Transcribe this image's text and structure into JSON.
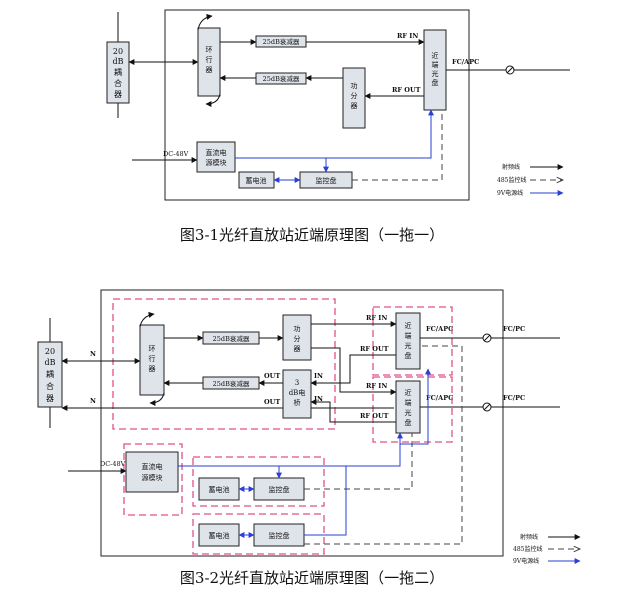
{
  "figure1": {
    "coupler": [
      "20",
      "dB",
      "耦",
      "合",
      "器"
    ],
    "circulator": [
      "环",
      "行",
      "器"
    ],
    "attenuator_top": "25dB衰减器",
    "attenuator_bottom": "25dB衰减器",
    "splitter": [
      "功",
      "分",
      "器"
    ],
    "optical_unit": [
      "近",
      "端",
      "光",
      "盘"
    ],
    "power_module": [
      "直流电",
      "源模块"
    ],
    "battery": "蓄电池",
    "monitor": "监控盘",
    "rf_in": "RF IN",
    "rf_out": "RF OUT",
    "fc_apc": "FC/APC",
    "dc": "DC-48V",
    "caption": "图3-1光纤直放站近端原理图（一拖一）"
  },
  "legend": {
    "rf_line": "射频线",
    "ctrl_line": "485监控线",
    "power_line": "9V电源线"
  },
  "figure2": {
    "coupler": [
      "20",
      "dB",
      "耦",
      "合",
      "器"
    ],
    "circulator": [
      "环",
      "行",
      "器"
    ],
    "attenuator_top": "25dB衰减器",
    "attenuator_bottom": "25dB衰减器",
    "splitter": [
      "功",
      "分",
      "器"
    ],
    "bridge": [
      "3",
      "dB电",
      "桥"
    ],
    "optical_unit_1": [
      "近",
      "端",
      "光",
      "盘"
    ],
    "optical_unit_2": [
      "近",
      "端",
      "光",
      "盘"
    ],
    "power_module": [
      "直流电",
      "源模块"
    ],
    "battery_1": "蓄电池",
    "monitor_1": "监控盘",
    "battery_2": "蓄电池",
    "monitor_2": "监控盘",
    "rf_in_1": "RF IN",
    "rf_out_1": "RF OUT",
    "rf_in_2": "RF IN",
    "rf_out_2": "RF OUT",
    "fc_apc_1": "FC/APC",
    "fc_apc_2": "FC/APC",
    "fc_pc_1": "FC/PC",
    "fc_pc_2": "FC/PC",
    "n_top": "N",
    "n_bottom": "N",
    "out_top": "OUT",
    "in_top": "IN",
    "out_bottom": "OUT",
    "in_bottom": "IN",
    "dc": "DC-48V",
    "caption": "图3-2光纤直放站近端原理图（一拖二）"
  },
  "colors": {
    "block_fill": "#dfe3ea",
    "pink_dash": "#e0528a",
    "power_blue": "#2a3fd6",
    "line": "#111111"
  }
}
